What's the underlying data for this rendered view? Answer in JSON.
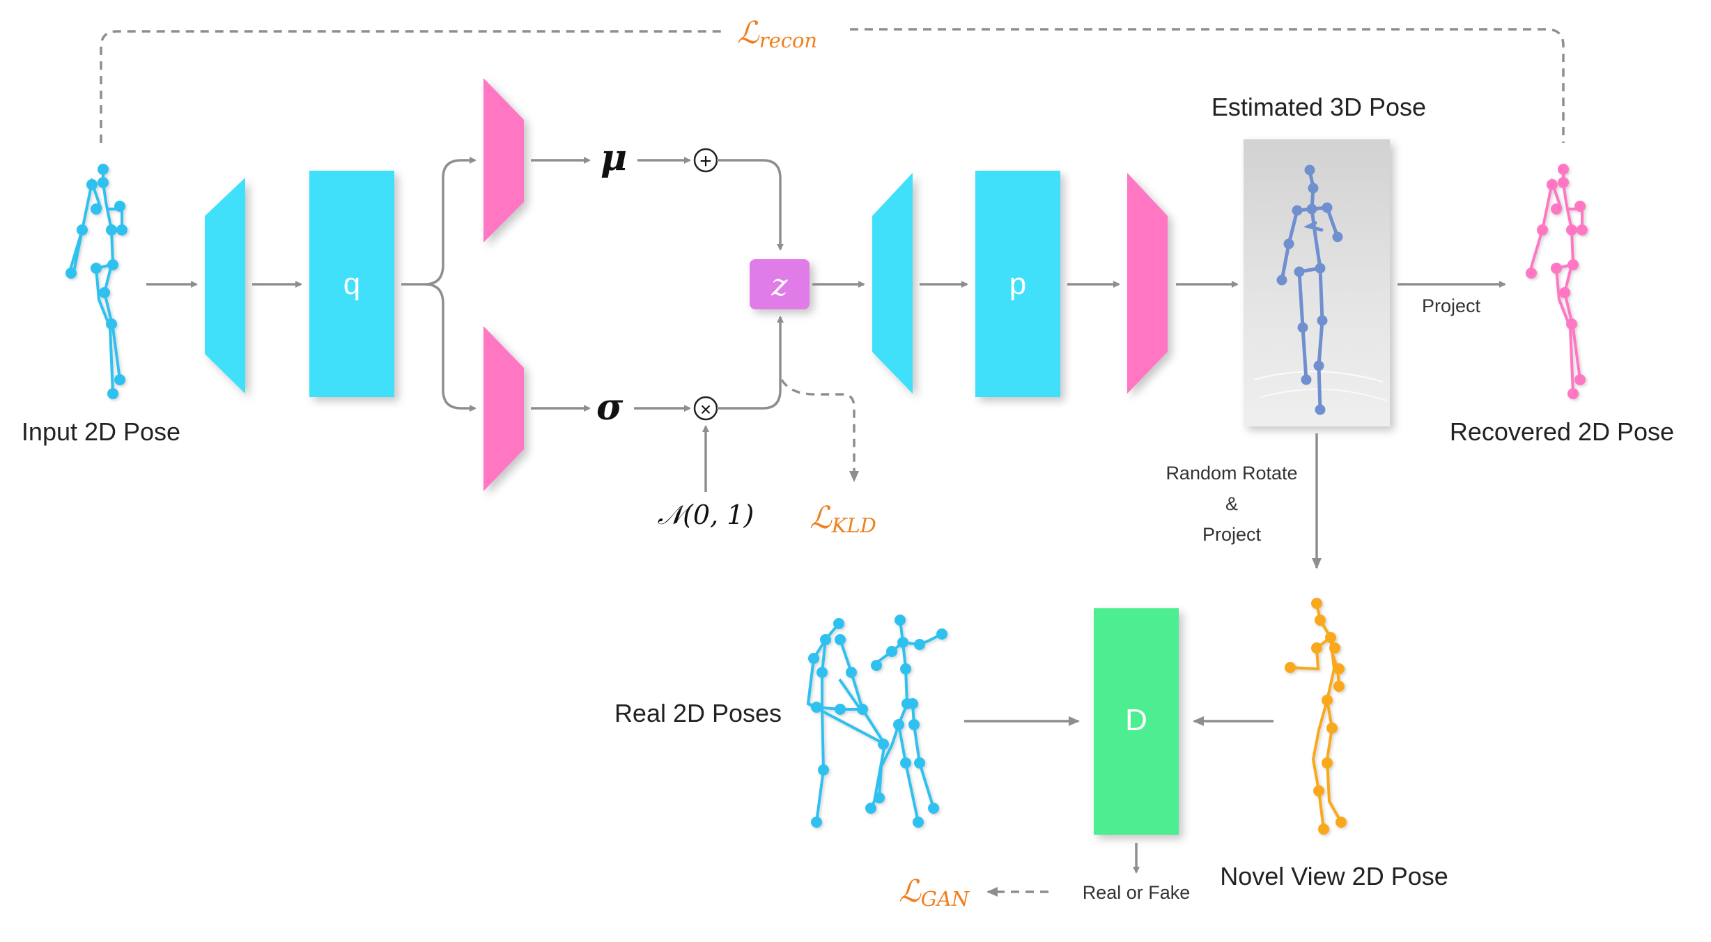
{
  "labels": {
    "input_pose": "Input 2D Pose",
    "estimated_3d": "Estimated 3D Pose",
    "recovered_pose": "Recovered 2D Pose",
    "project": "Project",
    "random_rotate": "Random Rotate",
    "ampersand": "&",
    "project2": "Project",
    "real_poses": "Real 2D Poses",
    "novel_view": "Novel View 2D Pose",
    "real_or_fake": "Real or Fake"
  },
  "blocks": {
    "encoder": "q",
    "decoder": "p",
    "latent": "z",
    "discriminator": "D"
  },
  "symbols": {
    "mu": "μ",
    "sigma": "σ",
    "plus": "+",
    "times": "×",
    "normal": "𝒩(0, 1)"
  },
  "losses": {
    "recon_main": "ℒ",
    "recon_sub": "recon",
    "kld_main": "ℒ",
    "kld_sub": "KLD",
    "gan_main": "ℒ",
    "gan_sub": "GAN"
  },
  "colors": {
    "cyan": "#3fe0fb",
    "pink": "#ff77c3",
    "violet": "#e07ce8",
    "green": "#4ded92",
    "orange": "#f07f1e",
    "skeleton_blue": "#2fc0ef",
    "skeleton_pink": "#ff77c3",
    "skeleton_orange": "#f9a81c",
    "skeleton_3d": "#6f8fcf"
  }
}
